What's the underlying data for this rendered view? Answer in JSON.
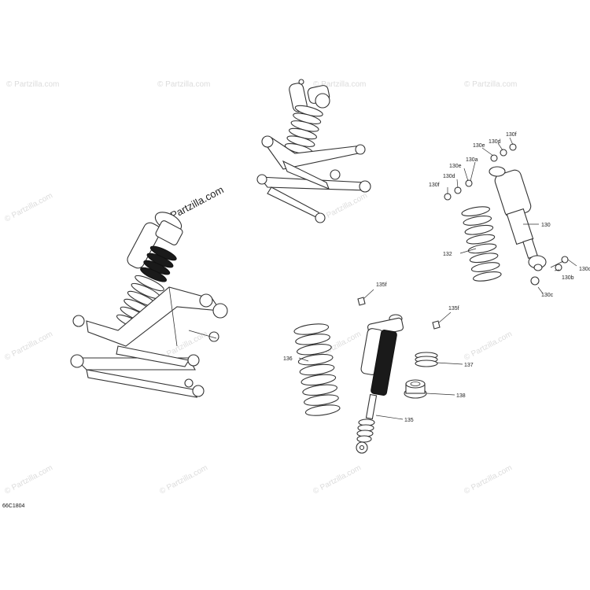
{
  "diagram": {
    "reference_code": "66C1804",
    "watermark_text": "© Partzilla.com",
    "main_watermark": "© Partzilla.com",
    "callouts": [
      {
        "id": "c130",
        "label": "130"
      },
      {
        "id": "c130a",
        "label": "130a"
      },
      {
        "id": "c130b",
        "label": "130b"
      },
      {
        "id": "c130c1",
        "label": "130c"
      },
      {
        "id": "c130c2",
        "label": "130c"
      },
      {
        "id": "c130d1",
        "label": "130d"
      },
      {
        "id": "c130d2",
        "label": "130d"
      },
      {
        "id": "c130e1",
        "label": "130e"
      },
      {
        "id": "c130e2",
        "label": "130e"
      },
      {
        "id": "c130f1",
        "label": "130f"
      },
      {
        "id": "c130f2",
        "label": "130f"
      },
      {
        "id": "c132",
        "label": "132"
      },
      {
        "id": "c135",
        "label": "135"
      },
      {
        "id": "c135f1",
        "label": "135f"
      },
      {
        "id": "c135f2",
        "label": "135f"
      },
      {
        "id": "c136",
        "label": "136"
      },
      {
        "id": "c137",
        "label": "137"
      },
      {
        "id": "c138",
        "label": "138"
      }
    ]
  }
}
